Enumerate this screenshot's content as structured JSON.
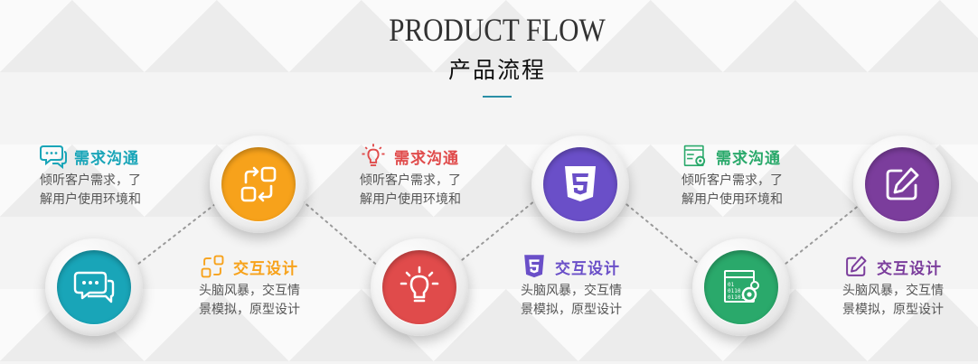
{
  "header": {
    "title_en": "PRODUCT FLOW",
    "title_cn": "产品流程"
  },
  "colors": {
    "teal": "#19a5b8",
    "orange": "#f7a21b",
    "red": "#e04b4b",
    "purple": "#6a4fc8",
    "green": "#2aa96b",
    "violet": "#7b3d9c",
    "dots": "#999999"
  },
  "steps": [
    {
      "icon": "chat-bubbles-icon",
      "color": "teal",
      "title": "需求沟通",
      "desc_lines": [
        "倾听客户需求，了",
        "解用户使用环境和"
      ]
    },
    {
      "icon": "flow-blocks-icon",
      "color": "orange",
      "title": "交互设计",
      "desc_lines": [
        "头脑风暴，交互情",
        "景模拟，原型设计"
      ]
    },
    {
      "icon": "lightbulb-icon",
      "color": "red",
      "title": "需求沟通",
      "desc_lines": [
        "倾听客户需求，了",
        "解用户使用环境和"
      ]
    },
    {
      "icon": "html5-icon",
      "color": "purple",
      "title": "交互设计",
      "desc_lines": [
        "头脑风暴，交互情",
        "景模拟，原型设计"
      ]
    },
    {
      "icon": "code-gears-icon",
      "color": "green",
      "title": "需求沟通",
      "desc_lines": [
        "倾听客户需求，了",
        "解用户使用环境和"
      ]
    },
    {
      "icon": "edit-pen-icon",
      "color": "violet",
      "title": "交互设计",
      "desc_lines": [
        "头脑风暴，交互情",
        "景模拟，原型设计"
      ]
    }
  ]
}
